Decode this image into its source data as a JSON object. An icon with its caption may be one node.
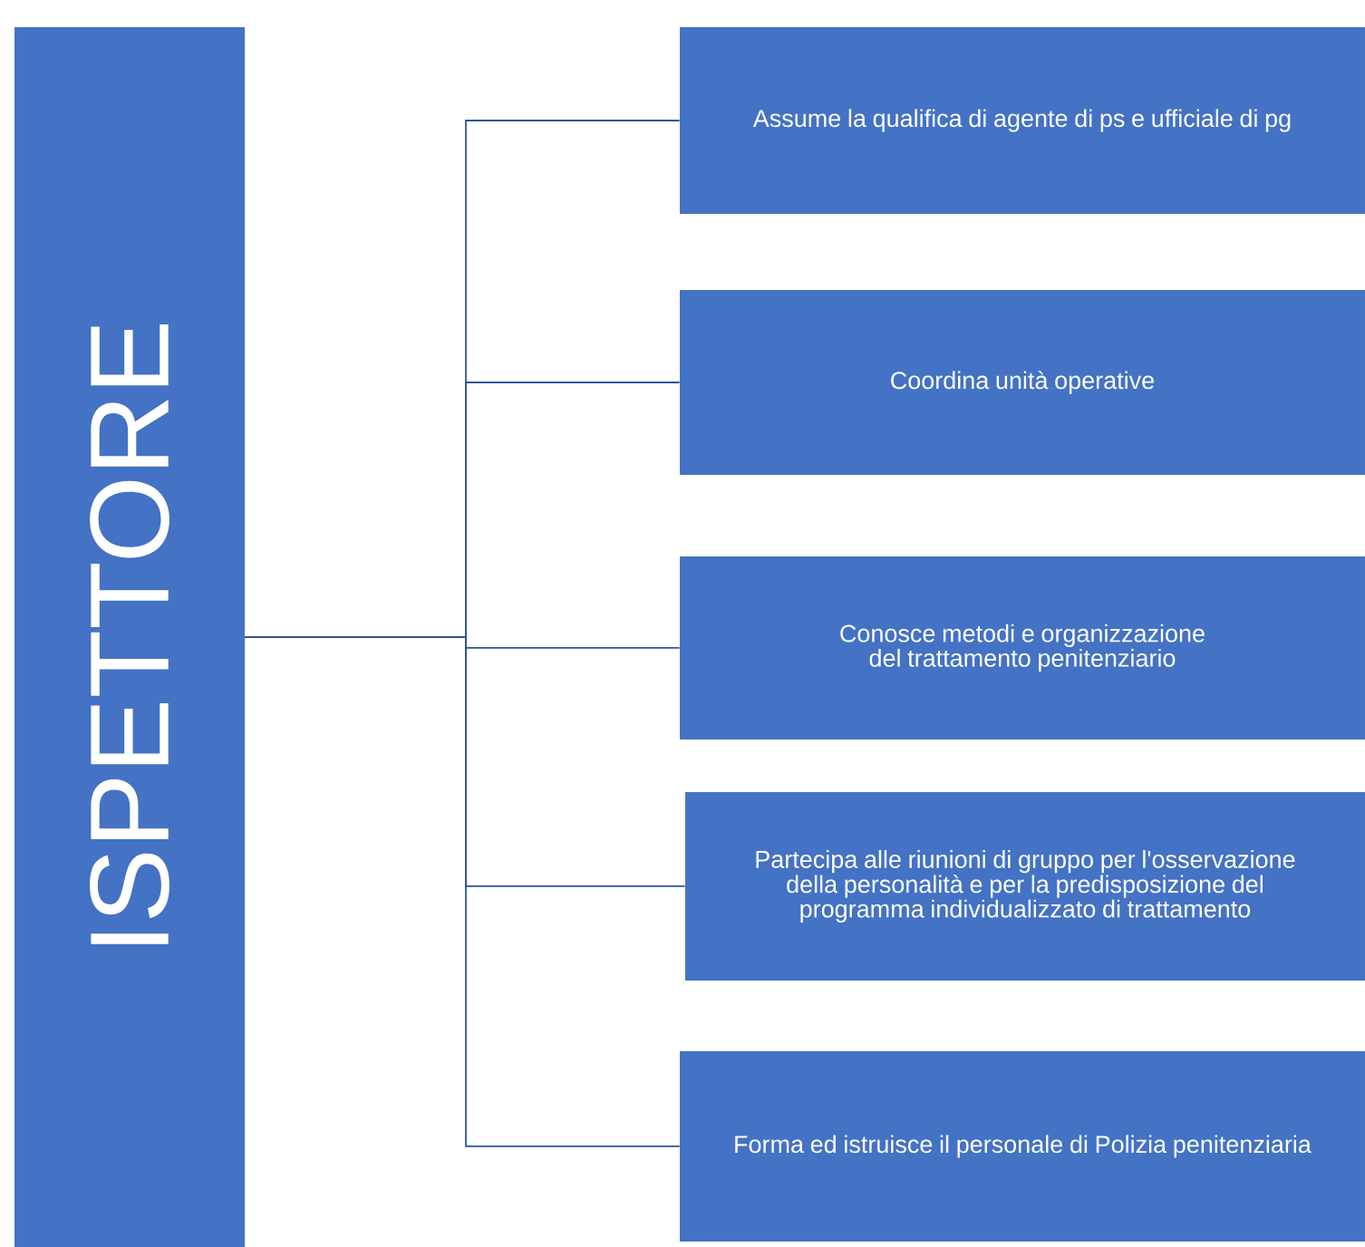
{
  "diagram": {
    "nodes": [
      {
        "text": [
          "ISPETTORE"
        ]
      },
      {
        "text": [
          "Assume la qualifica di agente di ps  e ufficiale di pg"
        ]
      },
      {
        "text": [
          "Coordina unità operative"
        ]
      },
      {
        "text": [
          "Conosce metodi e organizzazione del trattamento penitenziario"
        ]
      },
      {
        "text": [
          "Partecipa alle riunioni di gruppo per l'osservazione della personalità  e per  la predisposizione del programma individualizzato di trattamento"
        ]
      },
      {
        "text": [
          "Forma ed istruisce il personale di Polizia penitenziaria"
        ]
      }
    ],
    "edges": [
      {
        "from": 0,
        "to": 1,
        "arrow": "none"
      },
      {
        "from": 0,
        "to": 2,
        "arrow": "none"
      },
      {
        "from": 0,
        "to": 3,
        "arrow": "none"
      },
      {
        "from": 0,
        "to": 4,
        "arrow": "none"
      },
      {
        "from": 0,
        "to": 5,
        "arrow": "none"
      }
    ]
  }
}
